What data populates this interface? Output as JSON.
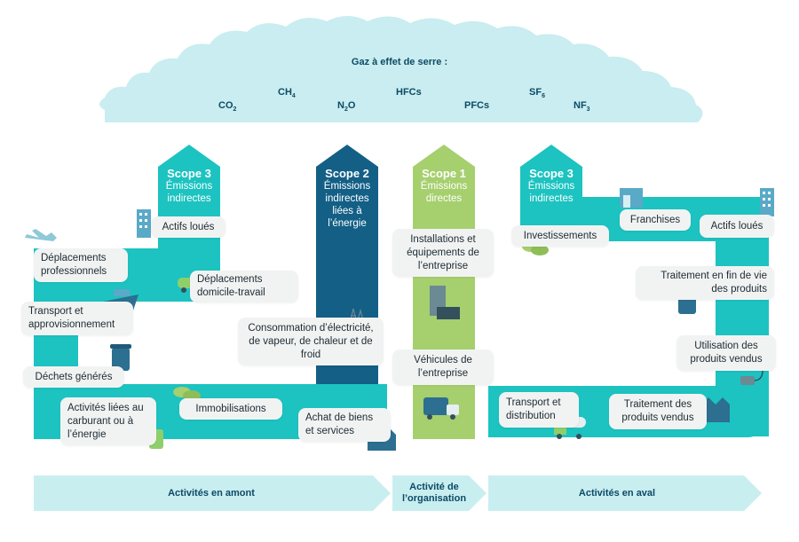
{
  "cloud": {
    "title": "Gaz à effet de serre :",
    "gases": [
      {
        "base": "CO",
        "sub": "2"
      },
      {
        "base": "CH",
        "sub": "4"
      },
      {
        "base": "N",
        "sub": "2",
        "suffix": "O"
      },
      {
        "base": "HFCs",
        "sub": ""
      },
      {
        "base": "PFCs",
        "sub": ""
      },
      {
        "base": "SF",
        "sub": "6"
      },
      {
        "base": "NF",
        "sub": "3"
      }
    ]
  },
  "scopes": {
    "scope3_left": {
      "name": "Scope 3",
      "desc": "Émissions indirectes",
      "color": "#1cc3c0"
    },
    "scope2": {
      "name": "Scope 2",
      "desc": "Émissions indirectes liées à l’énergie",
      "color": "#135f86"
    },
    "scope1": {
      "name": "Scope 1",
      "desc": "Émissions directes",
      "color": "#a6cf6e"
    },
    "scope3_right": {
      "name": "Scope 3",
      "desc": "Émissions indirectes",
      "color": "#1cc3c0"
    }
  },
  "upstream": {
    "actifs_loues": "Actifs loués",
    "deplacements_pro": "Déplacements professionnels",
    "deplacements_domicile": "Déplacements domicile-travail",
    "transport_appro": "Transport et approvisionnement",
    "dechets": "Déchets générés",
    "activites_energie": "Activités liées au carburant ou à l’énergie",
    "immobilisations": "Immobilisations",
    "achat": "Achat de biens et services"
  },
  "scope2_items": {
    "consommation": "Consommation d’électricité, de vapeur, de chaleur et de froid"
  },
  "scope1_items": {
    "installations": "Installations et équipements de l’entreprise",
    "vehicules": "Véhicules de l’entreprise"
  },
  "downstream": {
    "investissements": "Investissements",
    "franchises": "Franchises",
    "actifs_loues": "Actifs loués",
    "traitement_fin_vie": "Traitement en fin de vie des produits",
    "utilisation": "Utilisation des produits vendus",
    "traitement_produits": "Traitement des produits vendus",
    "transport_distribution": "Transport et distribution"
  },
  "bands": {
    "amont": "Activités en amont",
    "organisation": "Activité de l’organisation",
    "aval": "Activités en aval"
  },
  "colors": {
    "cloud": "#c9edf0",
    "path": "#1cc3c0",
    "band": "#c9eef0",
    "text_dark": "#0b4a66"
  }
}
